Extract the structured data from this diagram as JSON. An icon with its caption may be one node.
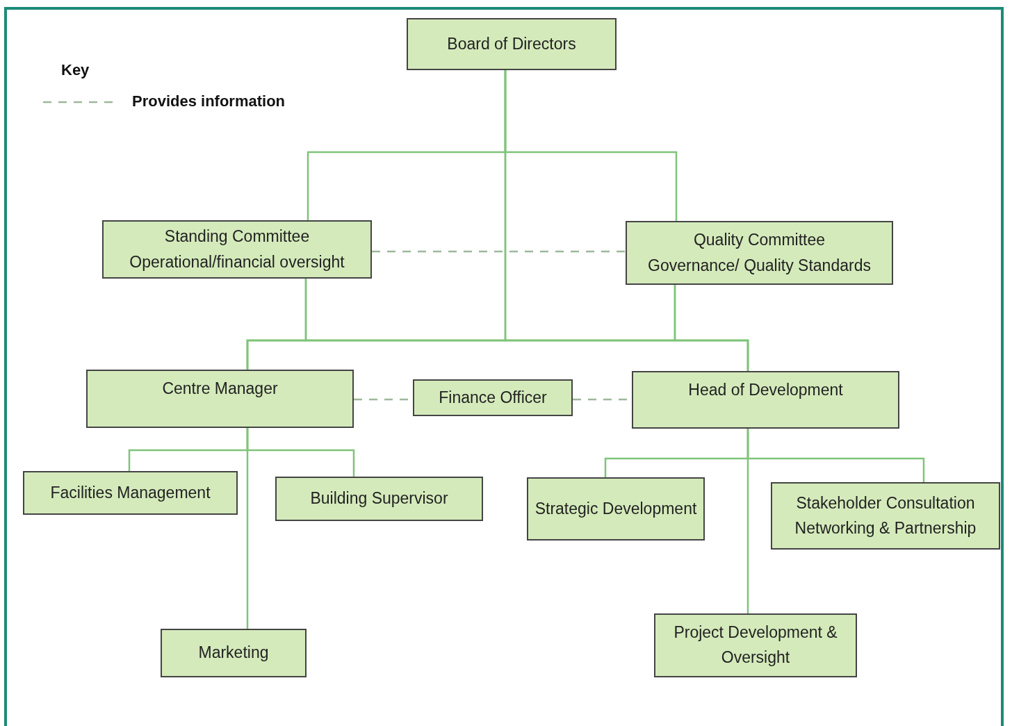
{
  "diagram": {
    "nodes": [
      {
        "text": [
          "Board of Directors"
        ]
      },
      {
        "text": [
          "Standing Committee",
          "Operational/financial oversight"
        ]
      },
      {
        "text": [
          "Quality Committee",
          "Governance/ Quality Standards"
        ]
      },
      {
        "text": [
          "Centre Manager"
        ]
      },
      {
        "text": [
          "Finance Officer"
        ]
      },
      {
        "text": [
          "Head of Development"
        ]
      },
      {
        "text": [
          "Facilities Management"
        ]
      },
      {
        "text": [
          "Building Supervisor"
        ]
      },
      {
        "text": [
          "Strategic Development"
        ]
      },
      {
        "text": [
          "Stakeholder Consultation Networking & Partnership"
        ]
      },
      {
        "text": [
          "Marketing"
        ]
      },
      {
        "text": [
          "Project Development & Oversight"
        ]
      }
    ],
    "edges": [
      {
        "from": 0,
        "to": 1,
        "arrow": "none"
      },
      {
        "from": 0,
        "to": 2,
        "arrow": "none"
      },
      {
        "from": 0,
        "to": 3,
        "arrow": "none"
      },
      {
        "from": 0,
        "to": 5,
        "arrow": "none"
      },
      {
        "from": 1,
        "to": 3,
        "arrow": "none"
      },
      {
        "from": 1,
        "to": 5,
        "arrow": "none"
      },
      {
        "from": 2,
        "to": 3,
        "arrow": "none"
      },
      {
        "from": 2,
        "to": 5,
        "arrow": "none"
      },
      {
        "from": 3,
        "to": 6,
        "arrow": "none"
      },
      {
        "from": 3,
        "to": 7,
        "arrow": "none"
      },
      {
        "from": 3,
        "to": 10,
        "arrow": "none"
      },
      {
        "from": 5,
        "to": 8,
        "arrow": "none"
      },
      {
        "from": 5,
        "to": 9,
        "arrow": "none"
      },
      {
        "from": 5,
        "to": 11,
        "arrow": "none"
      },
      {
        "from": 1,
        "to": 2,
        "arrow": "none",
        "style": "dashed",
        "color": "#9db89a"
      },
      {
        "from": 3,
        "to": 4,
        "arrow": "none",
        "style": "dashed",
        "color": "#9db89a"
      },
      {
        "from": 4,
        "to": 5,
        "arrow": "none",
        "style": "dashed",
        "color": "#9db89a"
      }
    ],
    "labels": [
      "Key"
    ],
    "legend": [
      {
        "text": "Provides information"
      }
    ]
  }
}
